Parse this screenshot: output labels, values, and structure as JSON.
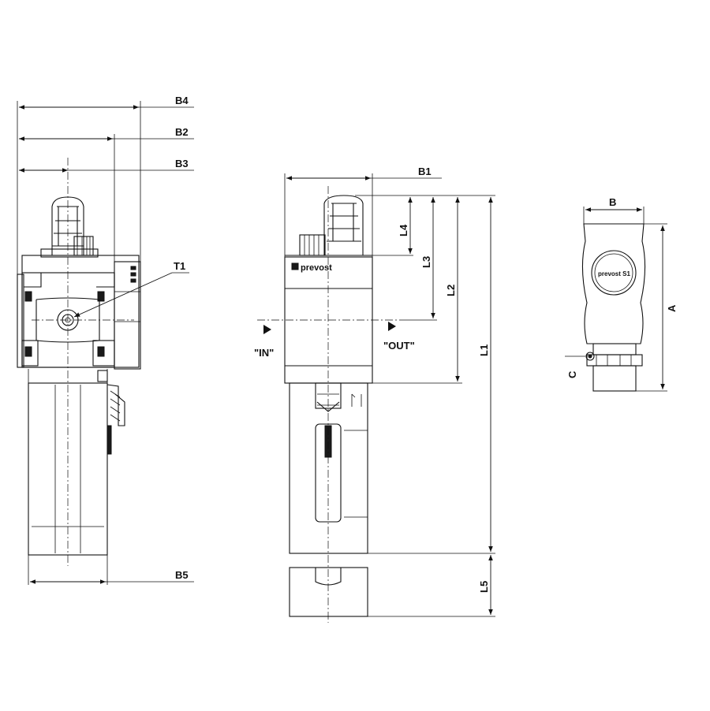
{
  "dimensions": {
    "B4": "B4",
    "B2": "B2",
    "B3": "B3",
    "T1": "T1",
    "B5": "B5",
    "B1": "B1",
    "L4": "L4",
    "L3": "L3",
    "L2": "L2",
    "L1": "L1",
    "L5": "L5",
    "B": "B",
    "A": "A",
    "C": "C"
  },
  "ports": {
    "in": "\"IN\"",
    "out": "\"OUT\""
  },
  "brand": "prevost",
  "coupling_logo": "prevost S1"
}
